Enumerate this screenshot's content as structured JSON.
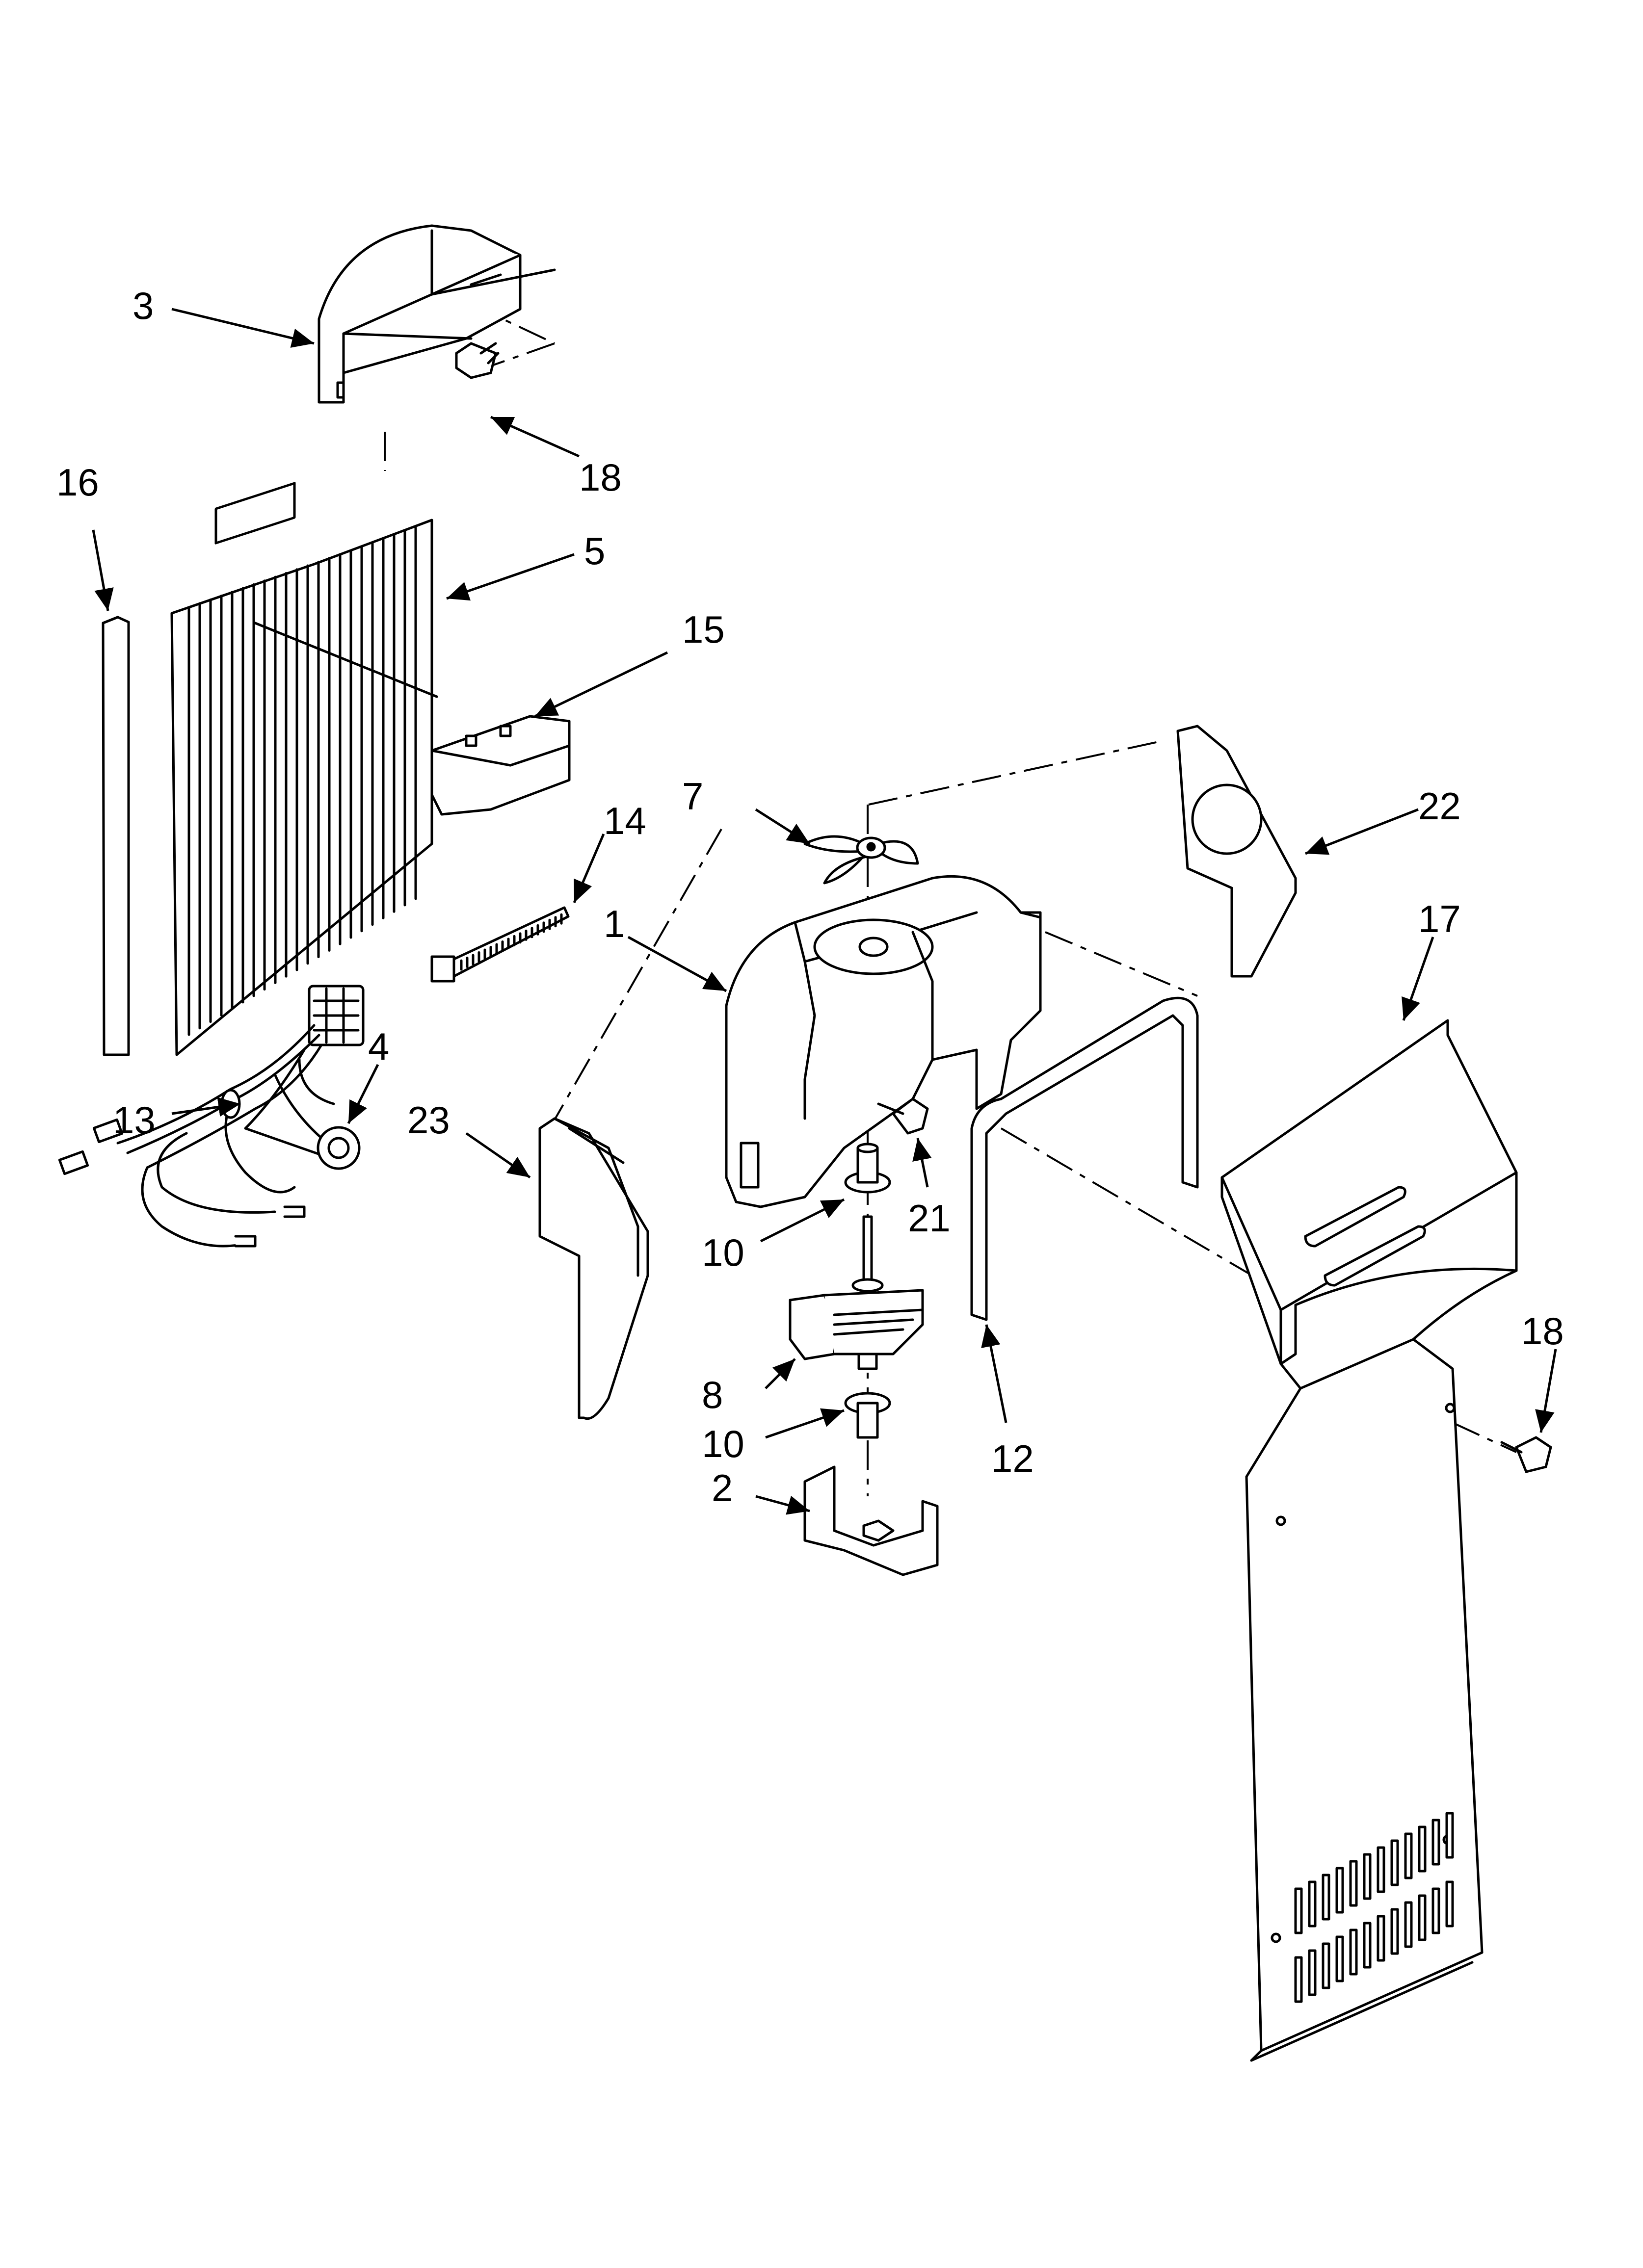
{
  "diagram": {
    "callouts": [
      {
        "id": "c1",
        "text": "1"
      },
      {
        "id": "c2",
        "text": "2"
      },
      {
        "id": "c3",
        "text": "3"
      },
      {
        "id": "c4",
        "text": "4"
      },
      {
        "id": "c5",
        "text": "5"
      },
      {
        "id": "c7",
        "text": "7"
      },
      {
        "id": "c8",
        "text": "8"
      },
      {
        "id": "c10a",
        "text": "10"
      },
      {
        "id": "c10b",
        "text": "10"
      },
      {
        "id": "c12",
        "text": "12"
      },
      {
        "id": "c13",
        "text": "13"
      },
      {
        "id": "c14",
        "text": "14"
      },
      {
        "id": "c15",
        "text": "15"
      },
      {
        "id": "c16",
        "text": "16"
      },
      {
        "id": "c17",
        "text": "17"
      },
      {
        "id": "c18a",
        "text": "18"
      },
      {
        "id": "c18b",
        "text": "18"
      },
      {
        "id": "c21",
        "text": "21"
      },
      {
        "id": "c22",
        "text": "22"
      },
      {
        "id": "c23",
        "text": "23"
      }
    ]
  }
}
